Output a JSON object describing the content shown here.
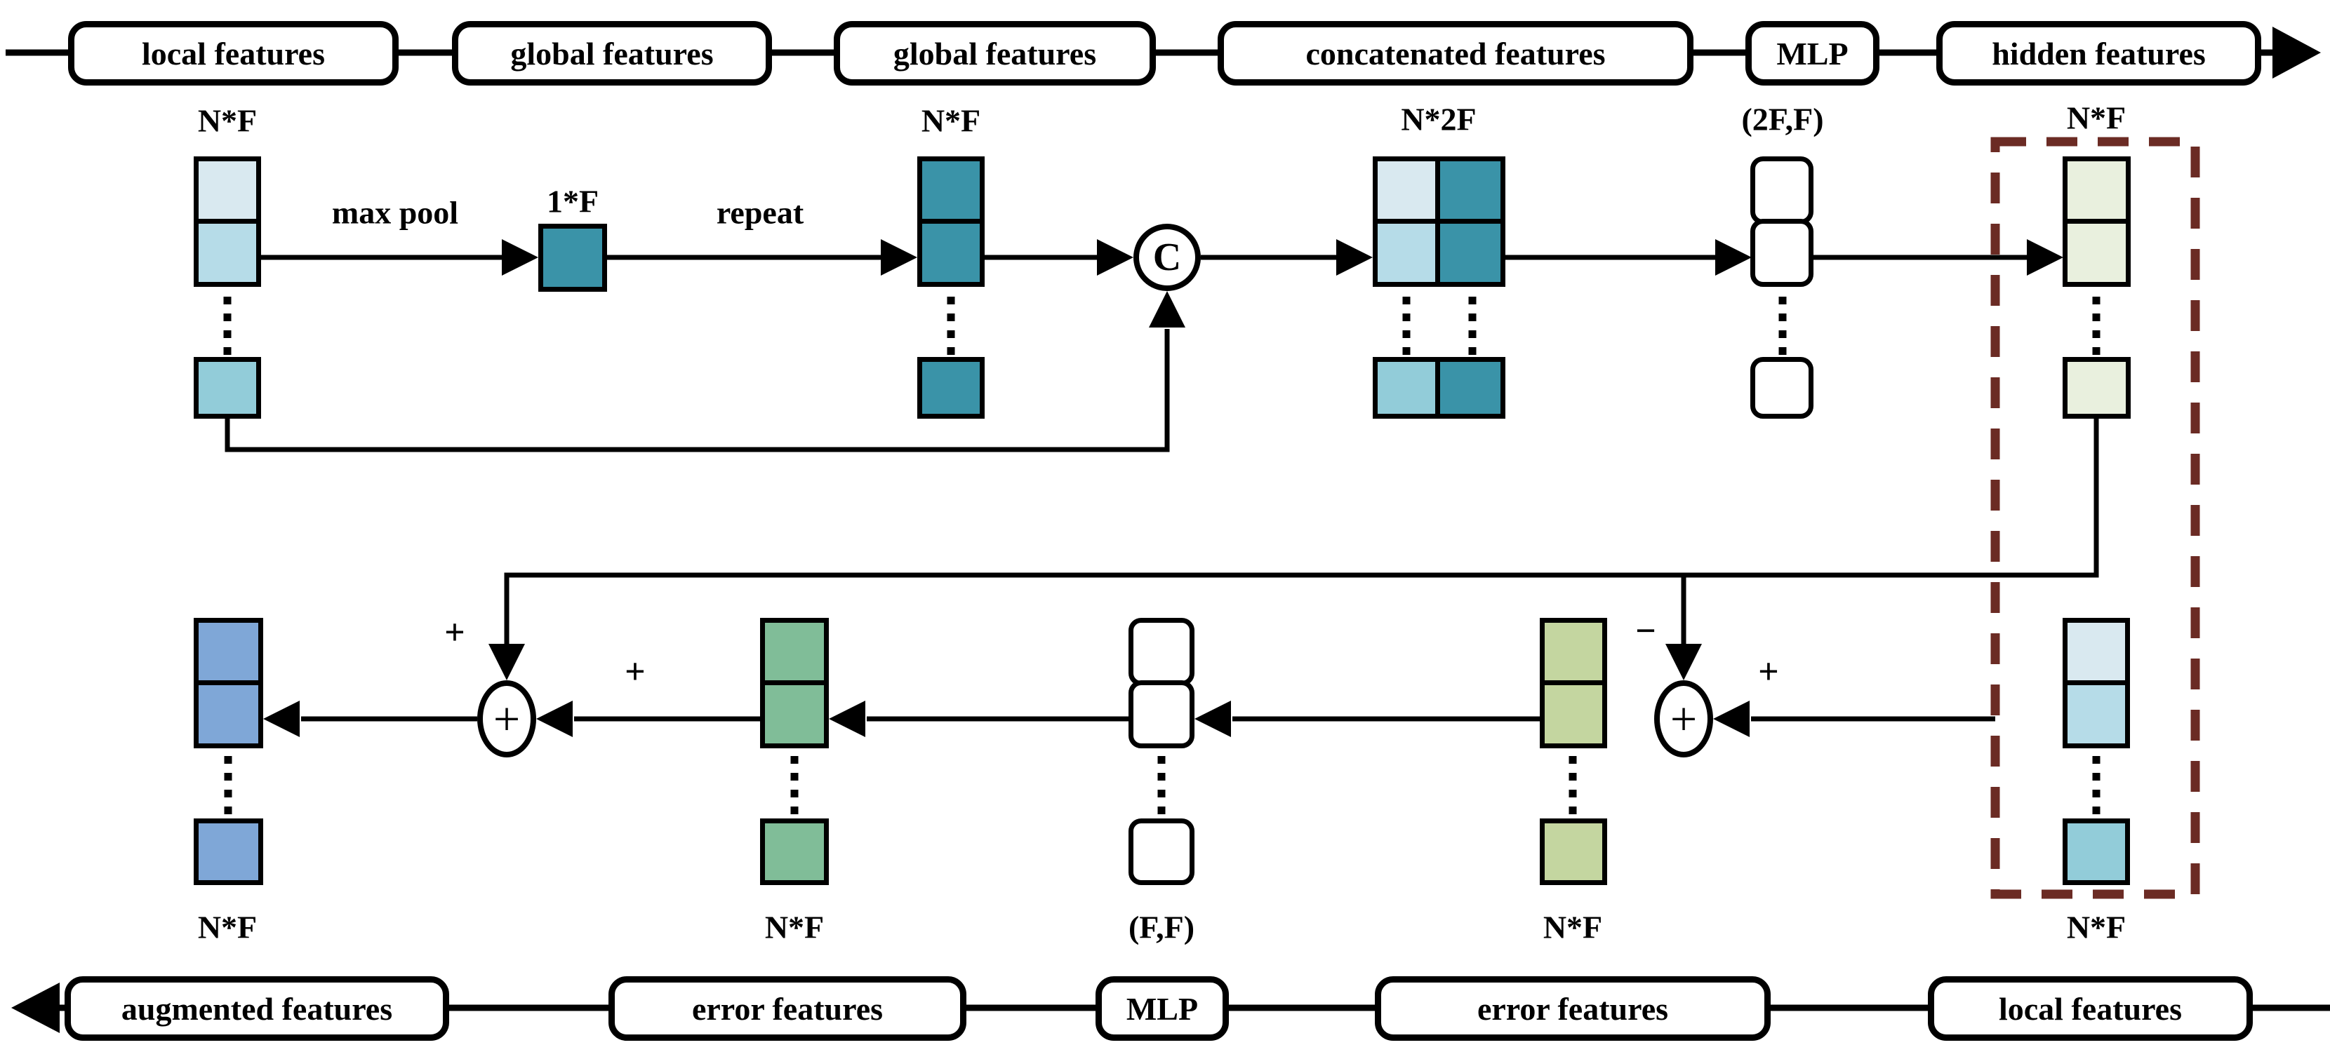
{
  "title": "point feature augmentation diagram",
  "colors": {
    "teal": "#3a93a8",
    "light_blue_1": "#d9e9f0",
    "light_blue_2": "#b6dce8",
    "light_blue_3": "#92ccd9",
    "hidden_green": "#e9f0de",
    "augmented_blue": "#7fa7d7",
    "error_green": "#80bd98",
    "error_olive": "#c4d6a0",
    "white": "#ffffff",
    "dashed_box_maroon": "#6b2b24",
    "line_black": "#000000"
  },
  "top_pipeline": {
    "box_labels": [
      "local features",
      "global features",
      "global features",
      "concatenated features",
      "MLP",
      "hidden features"
    ]
  },
  "bottom_pipeline": {
    "box_labels": [
      "augmented features",
      "error features",
      "MLP",
      "error features",
      "local features"
    ]
  },
  "annotations": {
    "nf": "N*F",
    "one_f": "1*F",
    "n2f": "N*2F",
    "mlp_top_dims": "(2F,F)",
    "mlp_bottom_dims": "(F,F)",
    "max_pool": "max pool",
    "repeat": "repeat",
    "concat_symbol": "C",
    "plus": "+",
    "minus": "−"
  },
  "stacks": {
    "local_top": {
      "cells": [
        "#d9e9f0",
        "#b6dce8",
        "#92ccd9"
      ],
      "rounded": false
    },
    "one_f": {
      "cells": [
        "#3a93a8"
      ],
      "rounded": false
    },
    "global_repeat": {
      "cells": [
        "#3a93a8",
        "#3a93a8",
        "#3a93a8"
      ],
      "rounded": false
    },
    "concat_left": {
      "cells": [
        "#d9e9f0",
        "#b6dce8",
        "#92ccd9"
      ],
      "rounded": false
    },
    "concat_right": {
      "cells": [
        "#3a93a8",
        "#3a93a8",
        "#3a93a8"
      ],
      "rounded": false
    },
    "mlp_top": {
      "cells": [
        "#ffffff",
        "#ffffff",
        "#ffffff"
      ],
      "rounded": true
    },
    "hidden": {
      "cells": [
        "#e9f0de",
        "#e9f0de",
        "#e9f0de"
      ],
      "rounded": false
    },
    "augmented": {
      "cells": [
        "#7fa7d7",
        "#7fa7d7",
        "#7fa7d7"
      ],
      "rounded": false
    },
    "error_green": {
      "cells": [
        "#80bd98",
        "#80bd98",
        "#80bd98"
      ],
      "rounded": false
    },
    "mlp_bottom": {
      "cells": [
        "#ffffff",
        "#ffffff",
        "#ffffff"
      ],
      "rounded": true
    },
    "error_olive": {
      "cells": [
        "#c4d6a0",
        "#c4d6a0",
        "#c4d6a0"
      ],
      "rounded": false
    },
    "local_bottom": {
      "cells": [
        "#d9e9f0",
        "#b6dce8",
        "#92ccd9"
      ],
      "rounded": false
    }
  }
}
